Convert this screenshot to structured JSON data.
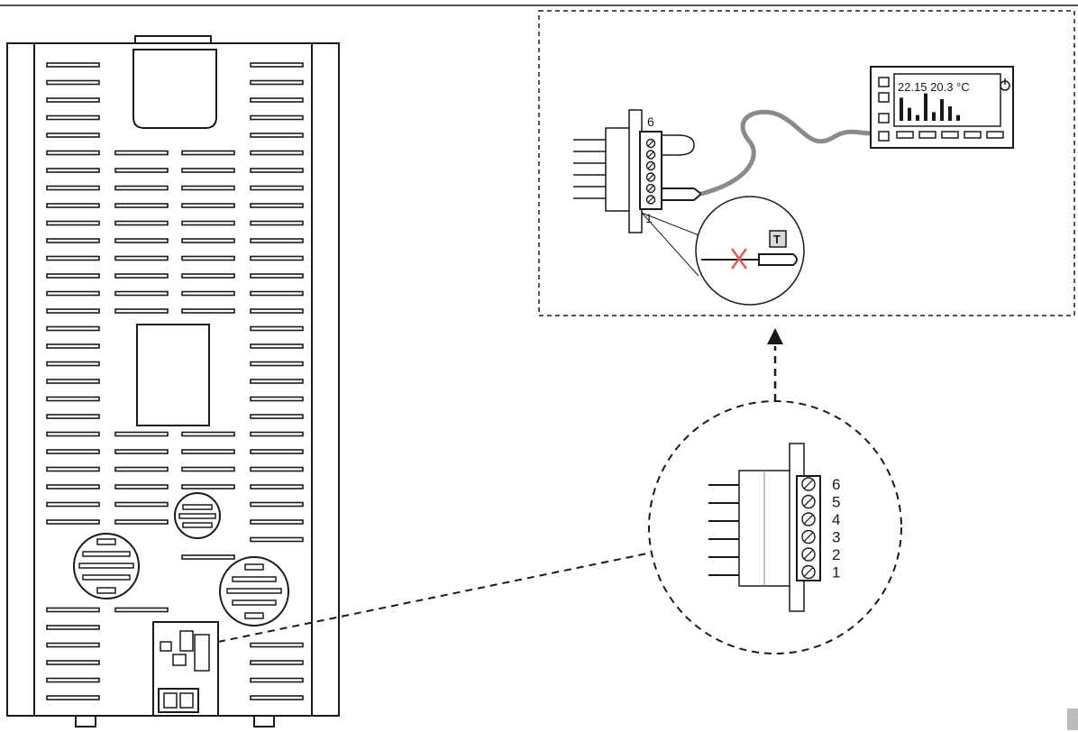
{
  "thermostat": {
    "reading": "22.15 20.3 °C",
    "power_icon": "power-icon",
    "bar_levels": [
      0.8,
      0.45,
      0.2,
      0.95,
      0.3,
      0.75,
      0.5,
      0.2
    ]
  },
  "detail_terminal": {
    "top_label": "6",
    "bottom_label": "1"
  },
  "sensor_callout": {
    "tag": "T",
    "crossed_icon": "cross-icon"
  },
  "zoom_terminal": {
    "pin_labels": [
      "6",
      "5",
      "4",
      "3",
      "2",
      "1"
    ]
  },
  "colors": {
    "line": "#1a1a1a",
    "cable": "#8a8a8a",
    "cross": "#e05a5a",
    "tag_fill": "#d9d9d9"
  }
}
